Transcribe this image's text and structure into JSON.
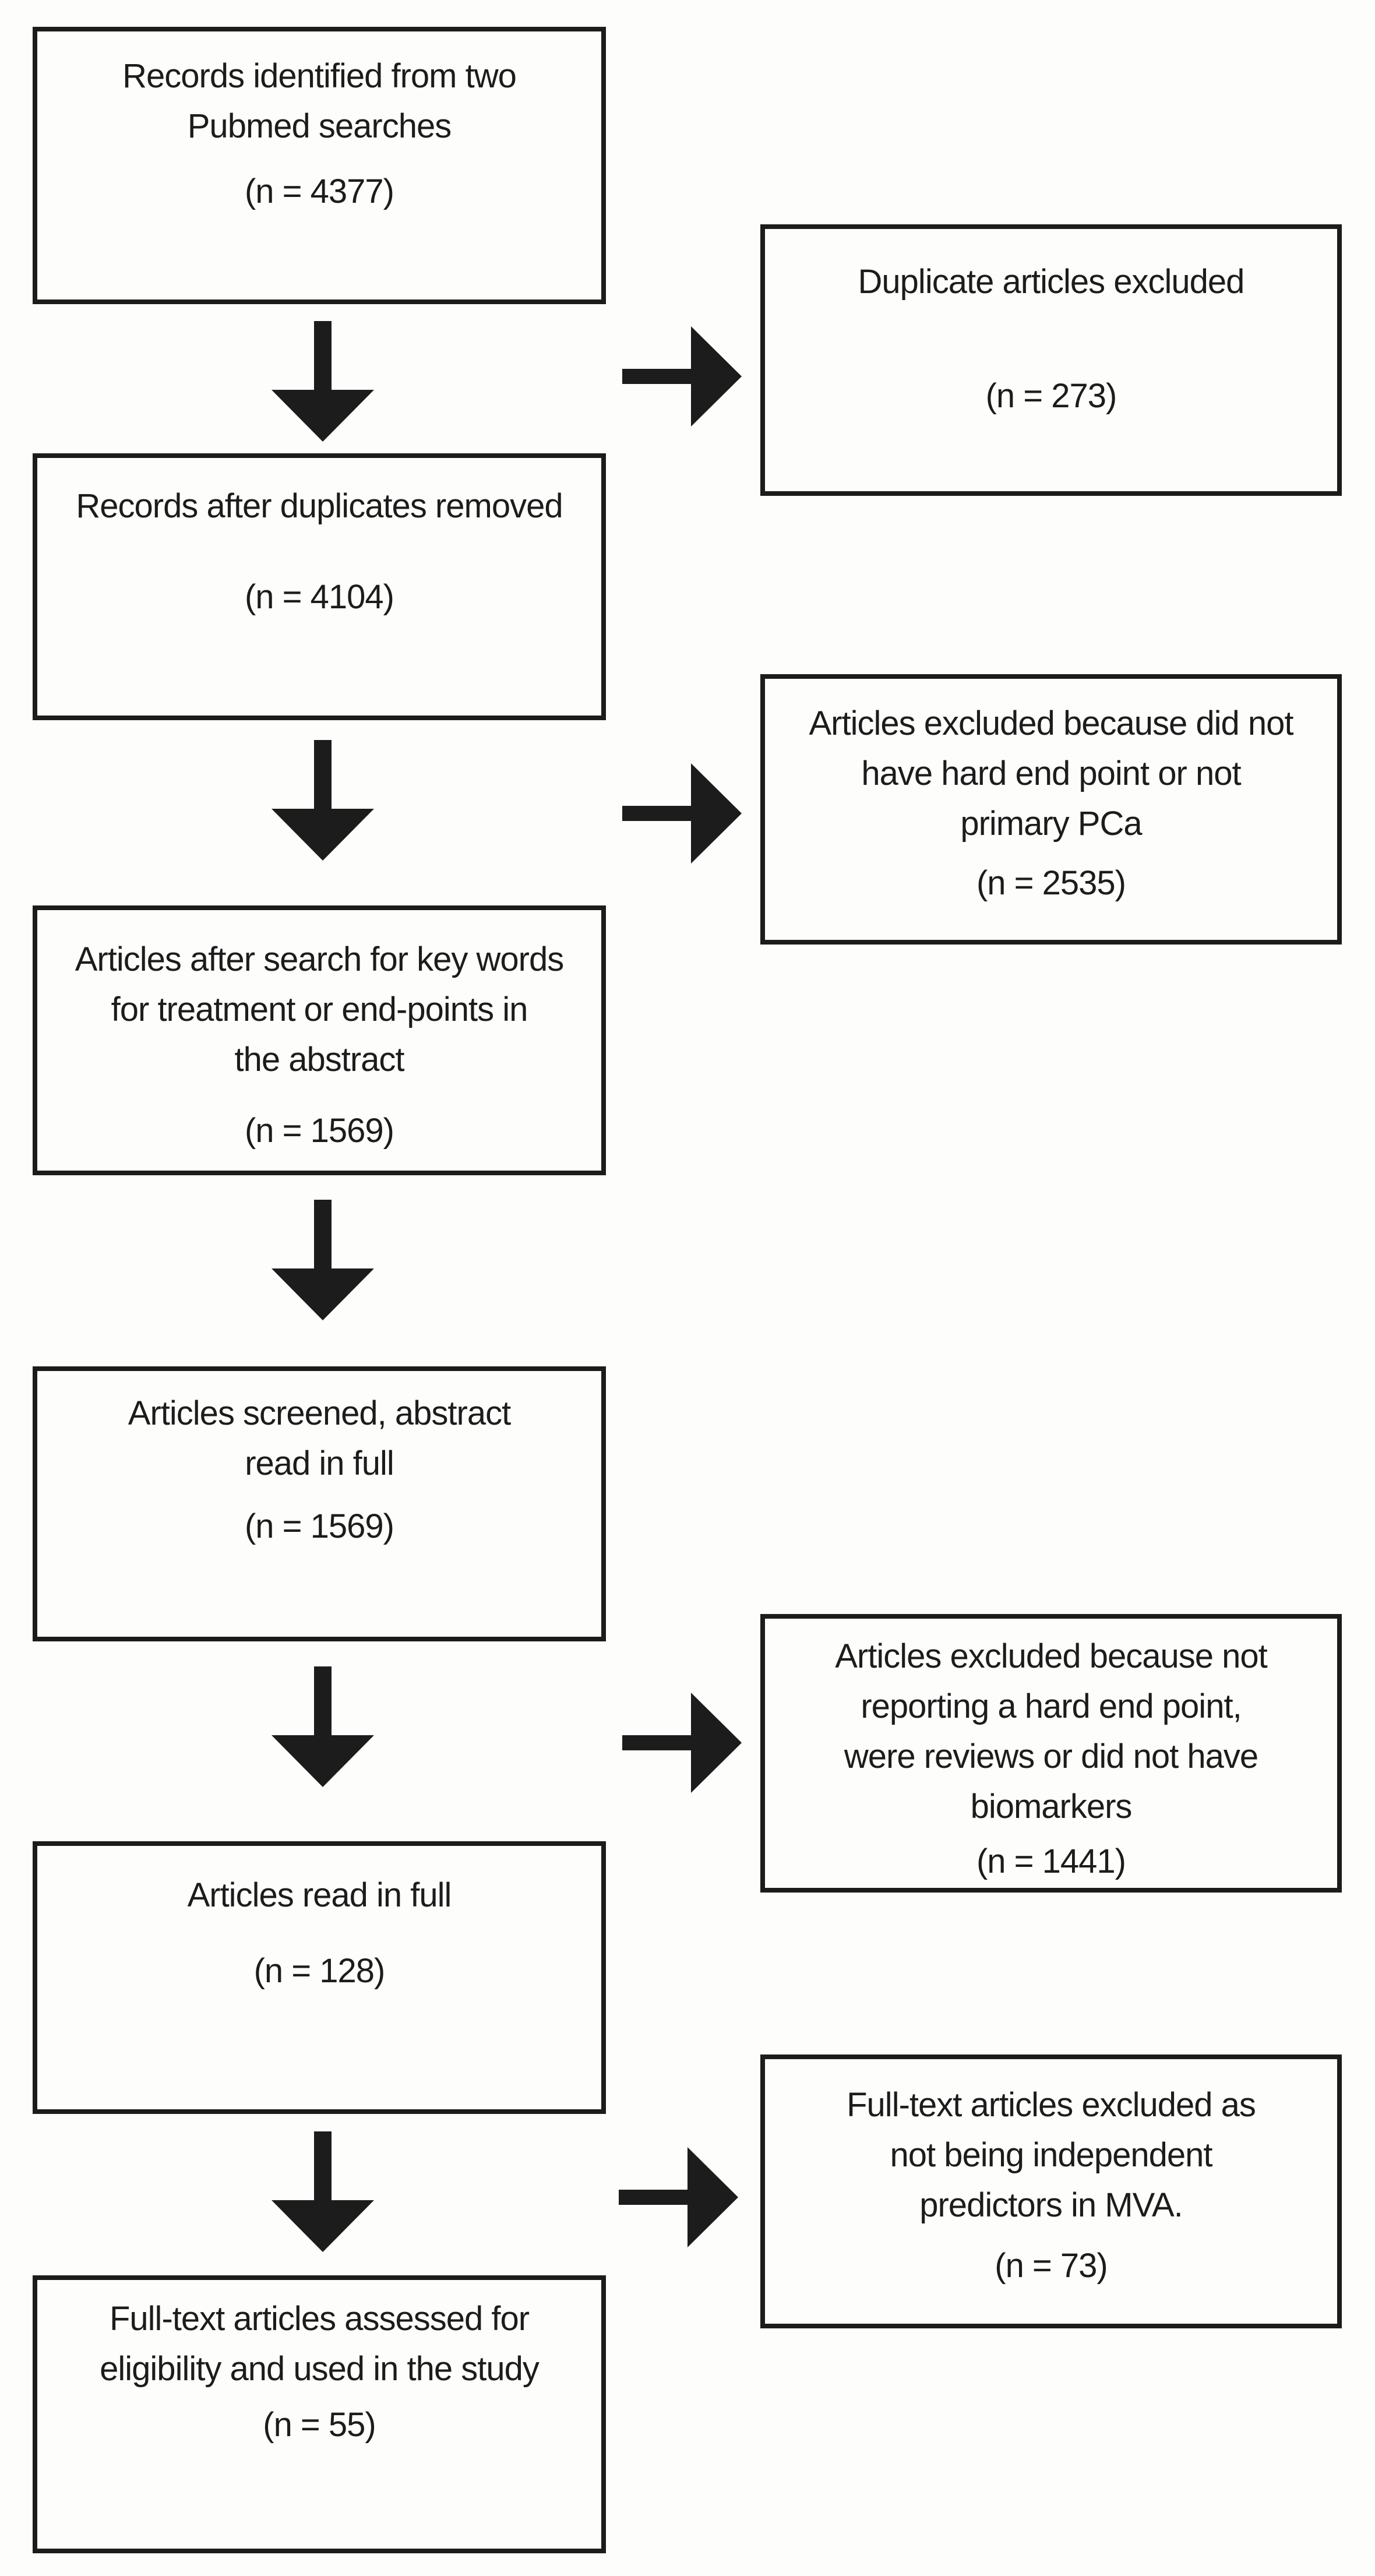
{
  "figure": {
    "type": "prisma-flow-diagram",
    "colors": {
      "ink": "#1c1c1c",
      "background": "#fdfdfb"
    },
    "icons": {
      "down_arrow": "filled-down-arrow",
      "right_arrow": "filled-right-arrow"
    }
  },
  "boxes": {
    "l1": {
      "title": "Records identified from two\nPubmed searches",
      "n": "(n = 4377)"
    },
    "l2": {
      "title": "Records after duplicates removed",
      "n": "(n = 4104)"
    },
    "l3": {
      "title": "Articles after search for key words\nfor treatment or end-points in\nthe abstract",
      "n": "(n = 1569)"
    },
    "l4": {
      "title": "Articles screened, abstract\nread in full",
      "n": "(n = 1569)"
    },
    "l5": {
      "title": "Articles read in full",
      "n": "(n = 128)"
    },
    "l6": {
      "title": "Full-text articles assessed for\neligibility and used in the study",
      "n": "(n = 55)"
    },
    "r1": {
      "title": "Duplicate articles excluded",
      "n": "(n = 273)"
    },
    "r2": {
      "title": "Articles excluded because did not\nhave hard end point or not\nprimary PCa",
      "n": "(n = 2535)"
    },
    "r3": {
      "title": "Articles excluded because not\nreporting a hard end point,\nwere reviews or did not have\nbiomarkers",
      "n": "(n = 1441)"
    },
    "r4": {
      "title": "Full-text articles excluded as\nnot being independent\npredictors in MVA.",
      "n": "(n = 73)"
    }
  }
}
